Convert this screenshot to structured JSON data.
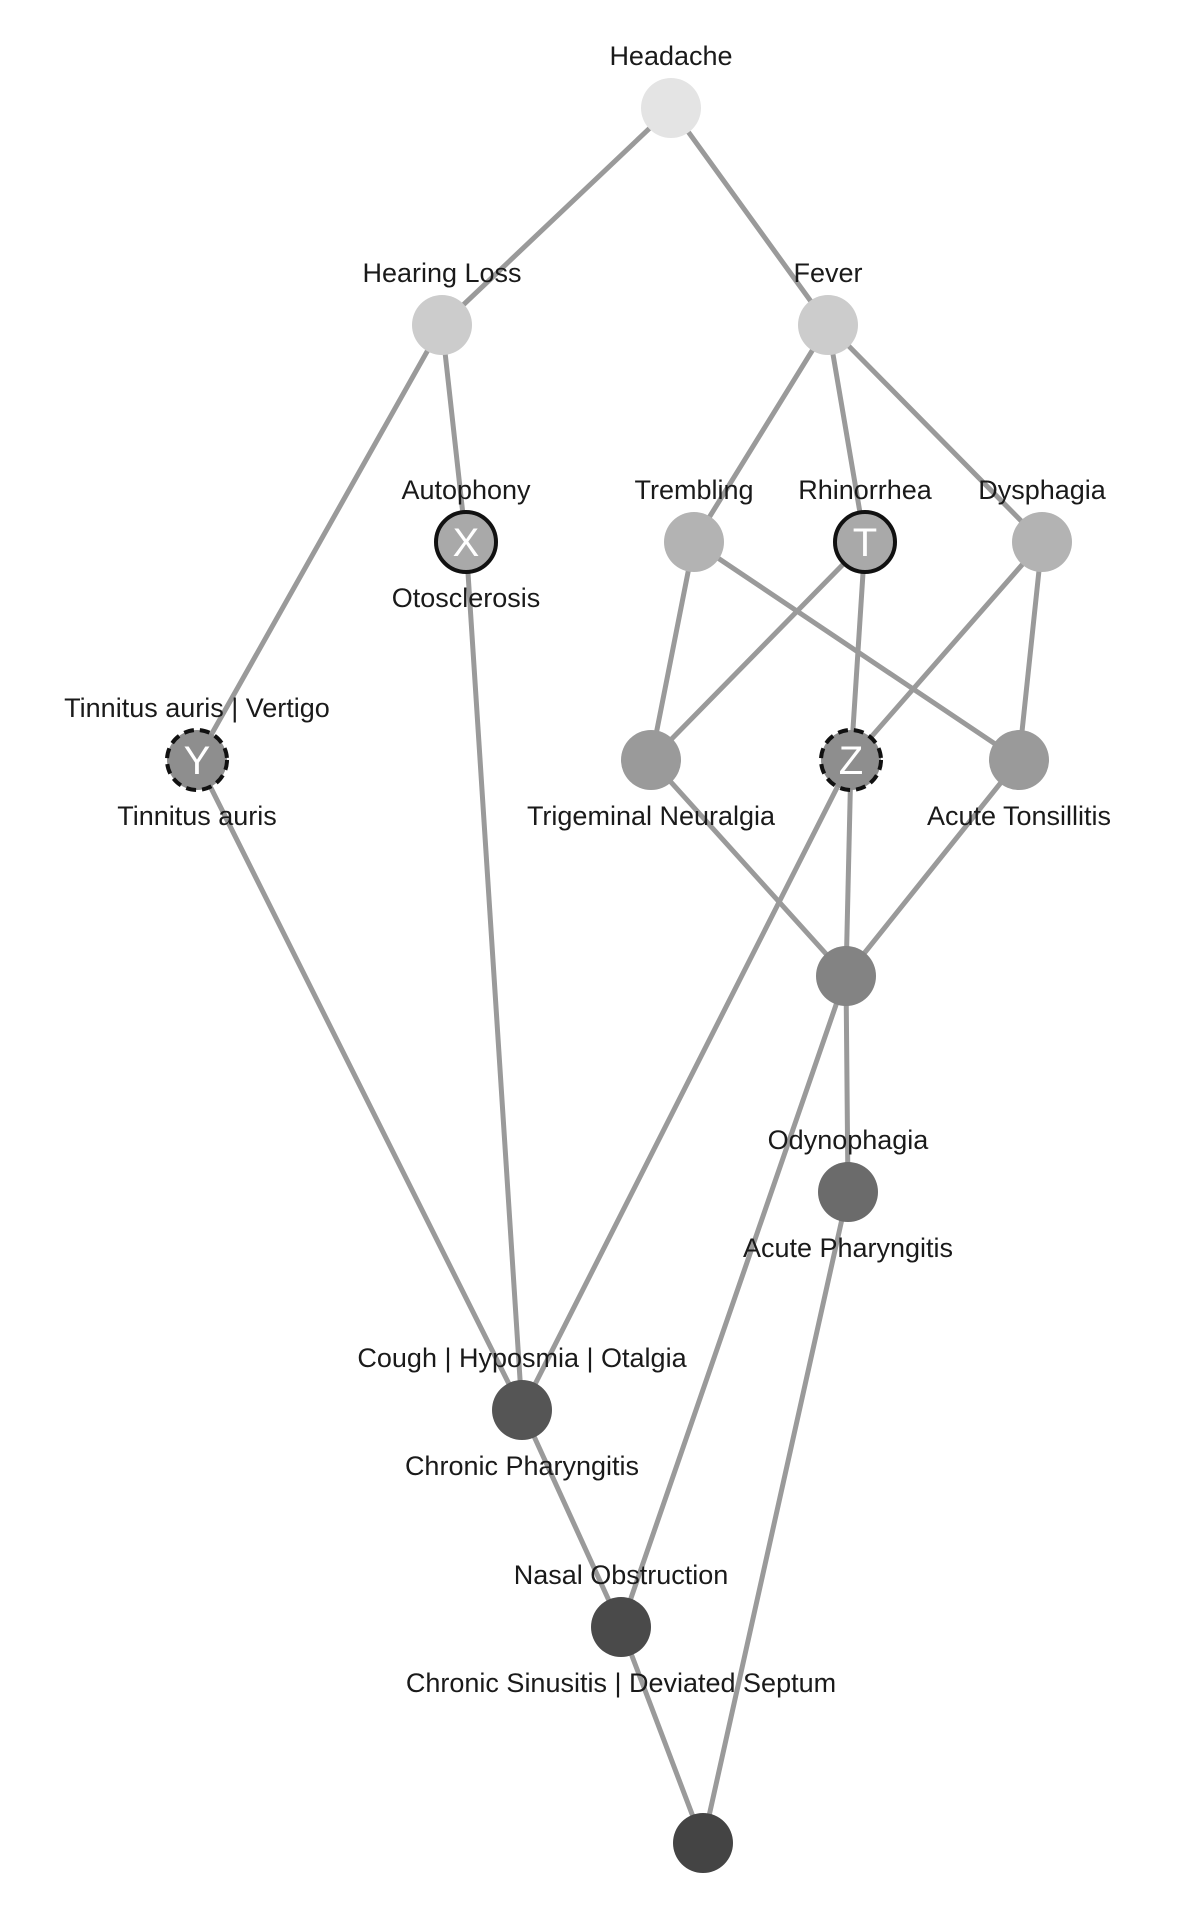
{
  "diagram": {
    "nodes": [
      {
        "id": "n_headache",
        "top_label": "Headache",
        "bottom_label": "",
        "marker": "",
        "fill": "#e4e4e4",
        "ring": "none"
      },
      {
        "id": "n_hearing",
        "top_label": "Hearing Loss",
        "bottom_label": "",
        "marker": "",
        "fill": "#cccccc",
        "ring": "none"
      },
      {
        "id": "n_fever",
        "top_label": "Fever",
        "bottom_label": "",
        "marker": "",
        "fill": "#cccccc",
        "ring": "none"
      },
      {
        "id": "n_autophony",
        "top_label": "Autophony",
        "bottom_label": "Otosclerosis",
        "marker": "X",
        "fill": "#a9a9a9",
        "ring": "solid"
      },
      {
        "id": "n_trembling",
        "top_label": "Trembling",
        "bottom_label": "",
        "marker": "",
        "fill": "#b3b3b3",
        "ring": "none"
      },
      {
        "id": "n_rhinorrhea",
        "top_label": "Rhinorrhea",
        "bottom_label": "",
        "marker": "T",
        "fill": "#a9a9a9",
        "ring": "solid"
      },
      {
        "id": "n_dysphagia",
        "top_label": "Dysphagia",
        "bottom_label": "",
        "marker": "",
        "fill": "#b3b3b3",
        "ring": "none"
      },
      {
        "id": "n_tinnitus",
        "top_label": "Tinnitus auris | Vertigo",
        "bottom_label": "Tinnitus auris",
        "marker": "Y",
        "fill": "#8e8e8e",
        "ring": "dashed"
      },
      {
        "id": "n_trigeminal",
        "top_label": "",
        "bottom_label": "Trigeminal Neuralgia",
        "marker": "",
        "fill": "#9a9a9a",
        "ring": "none"
      },
      {
        "id": "n_z",
        "top_label": "",
        "bottom_label": "",
        "marker": "Z",
        "fill": "#8e8e8e",
        "ring": "dashed"
      },
      {
        "id": "n_tonsillitis",
        "top_label": "",
        "bottom_label": "Acute Tonsillitis",
        "marker": "",
        "fill": "#9a9a9a",
        "ring": "none"
      },
      {
        "id": "n_mid",
        "top_label": "",
        "bottom_label": "",
        "marker": "",
        "fill": "#838383",
        "ring": "none"
      },
      {
        "id": "n_odynophagia",
        "top_label": "Odynophagia",
        "bottom_label": "Acute Pharyngitis",
        "marker": "",
        "fill": "#6b6b6b",
        "ring": "none"
      },
      {
        "id": "n_cough",
        "top_label": "Cough | Hyposmia | Otalgia",
        "bottom_label": "Chronic Pharyngitis",
        "marker": "",
        "fill": "#555555",
        "ring": "none"
      },
      {
        "id": "n_nasal",
        "top_label": "Nasal Obstruction",
        "bottom_label": "Chronic Sinusitis | Deviated Septum",
        "marker": "",
        "fill": "#4a4a4a",
        "ring": "none"
      },
      {
        "id": "n_bottom",
        "top_label": "",
        "bottom_label": "",
        "marker": "",
        "fill": "#444444",
        "ring": "none"
      }
    ],
    "edges": [
      [
        "n_headache",
        "n_hearing"
      ],
      [
        "n_headache",
        "n_fever"
      ],
      [
        "n_hearing",
        "n_autophony"
      ],
      [
        "n_hearing",
        "n_tinnitus"
      ],
      [
        "n_fever",
        "n_trembling"
      ],
      [
        "n_fever",
        "n_rhinorrhea"
      ],
      [
        "n_fever",
        "n_dysphagia"
      ],
      [
        "n_trembling",
        "n_trigeminal"
      ],
      [
        "n_trembling",
        "n_tonsillitis"
      ],
      [
        "n_rhinorrhea",
        "n_trigeminal"
      ],
      [
        "n_rhinorrhea",
        "n_z"
      ],
      [
        "n_dysphagia",
        "n_z"
      ],
      [
        "n_dysphagia",
        "n_tonsillitis"
      ],
      [
        "n_trigeminal",
        "n_mid"
      ],
      [
        "n_z",
        "n_mid"
      ],
      [
        "n_tonsillitis",
        "n_mid"
      ],
      [
        "n_mid",
        "n_odynophagia"
      ],
      [
        "n_mid",
        "n_nasal"
      ],
      [
        "n_z",
        "n_cough"
      ],
      [
        "n_autophony",
        "n_cough"
      ],
      [
        "n_tinnitus",
        "n_cough"
      ],
      [
        "n_cough",
        "n_nasal"
      ],
      [
        "n_nasal",
        "n_bottom"
      ],
      [
        "n_odynophagia",
        "n_bottom"
      ]
    ]
  }
}
